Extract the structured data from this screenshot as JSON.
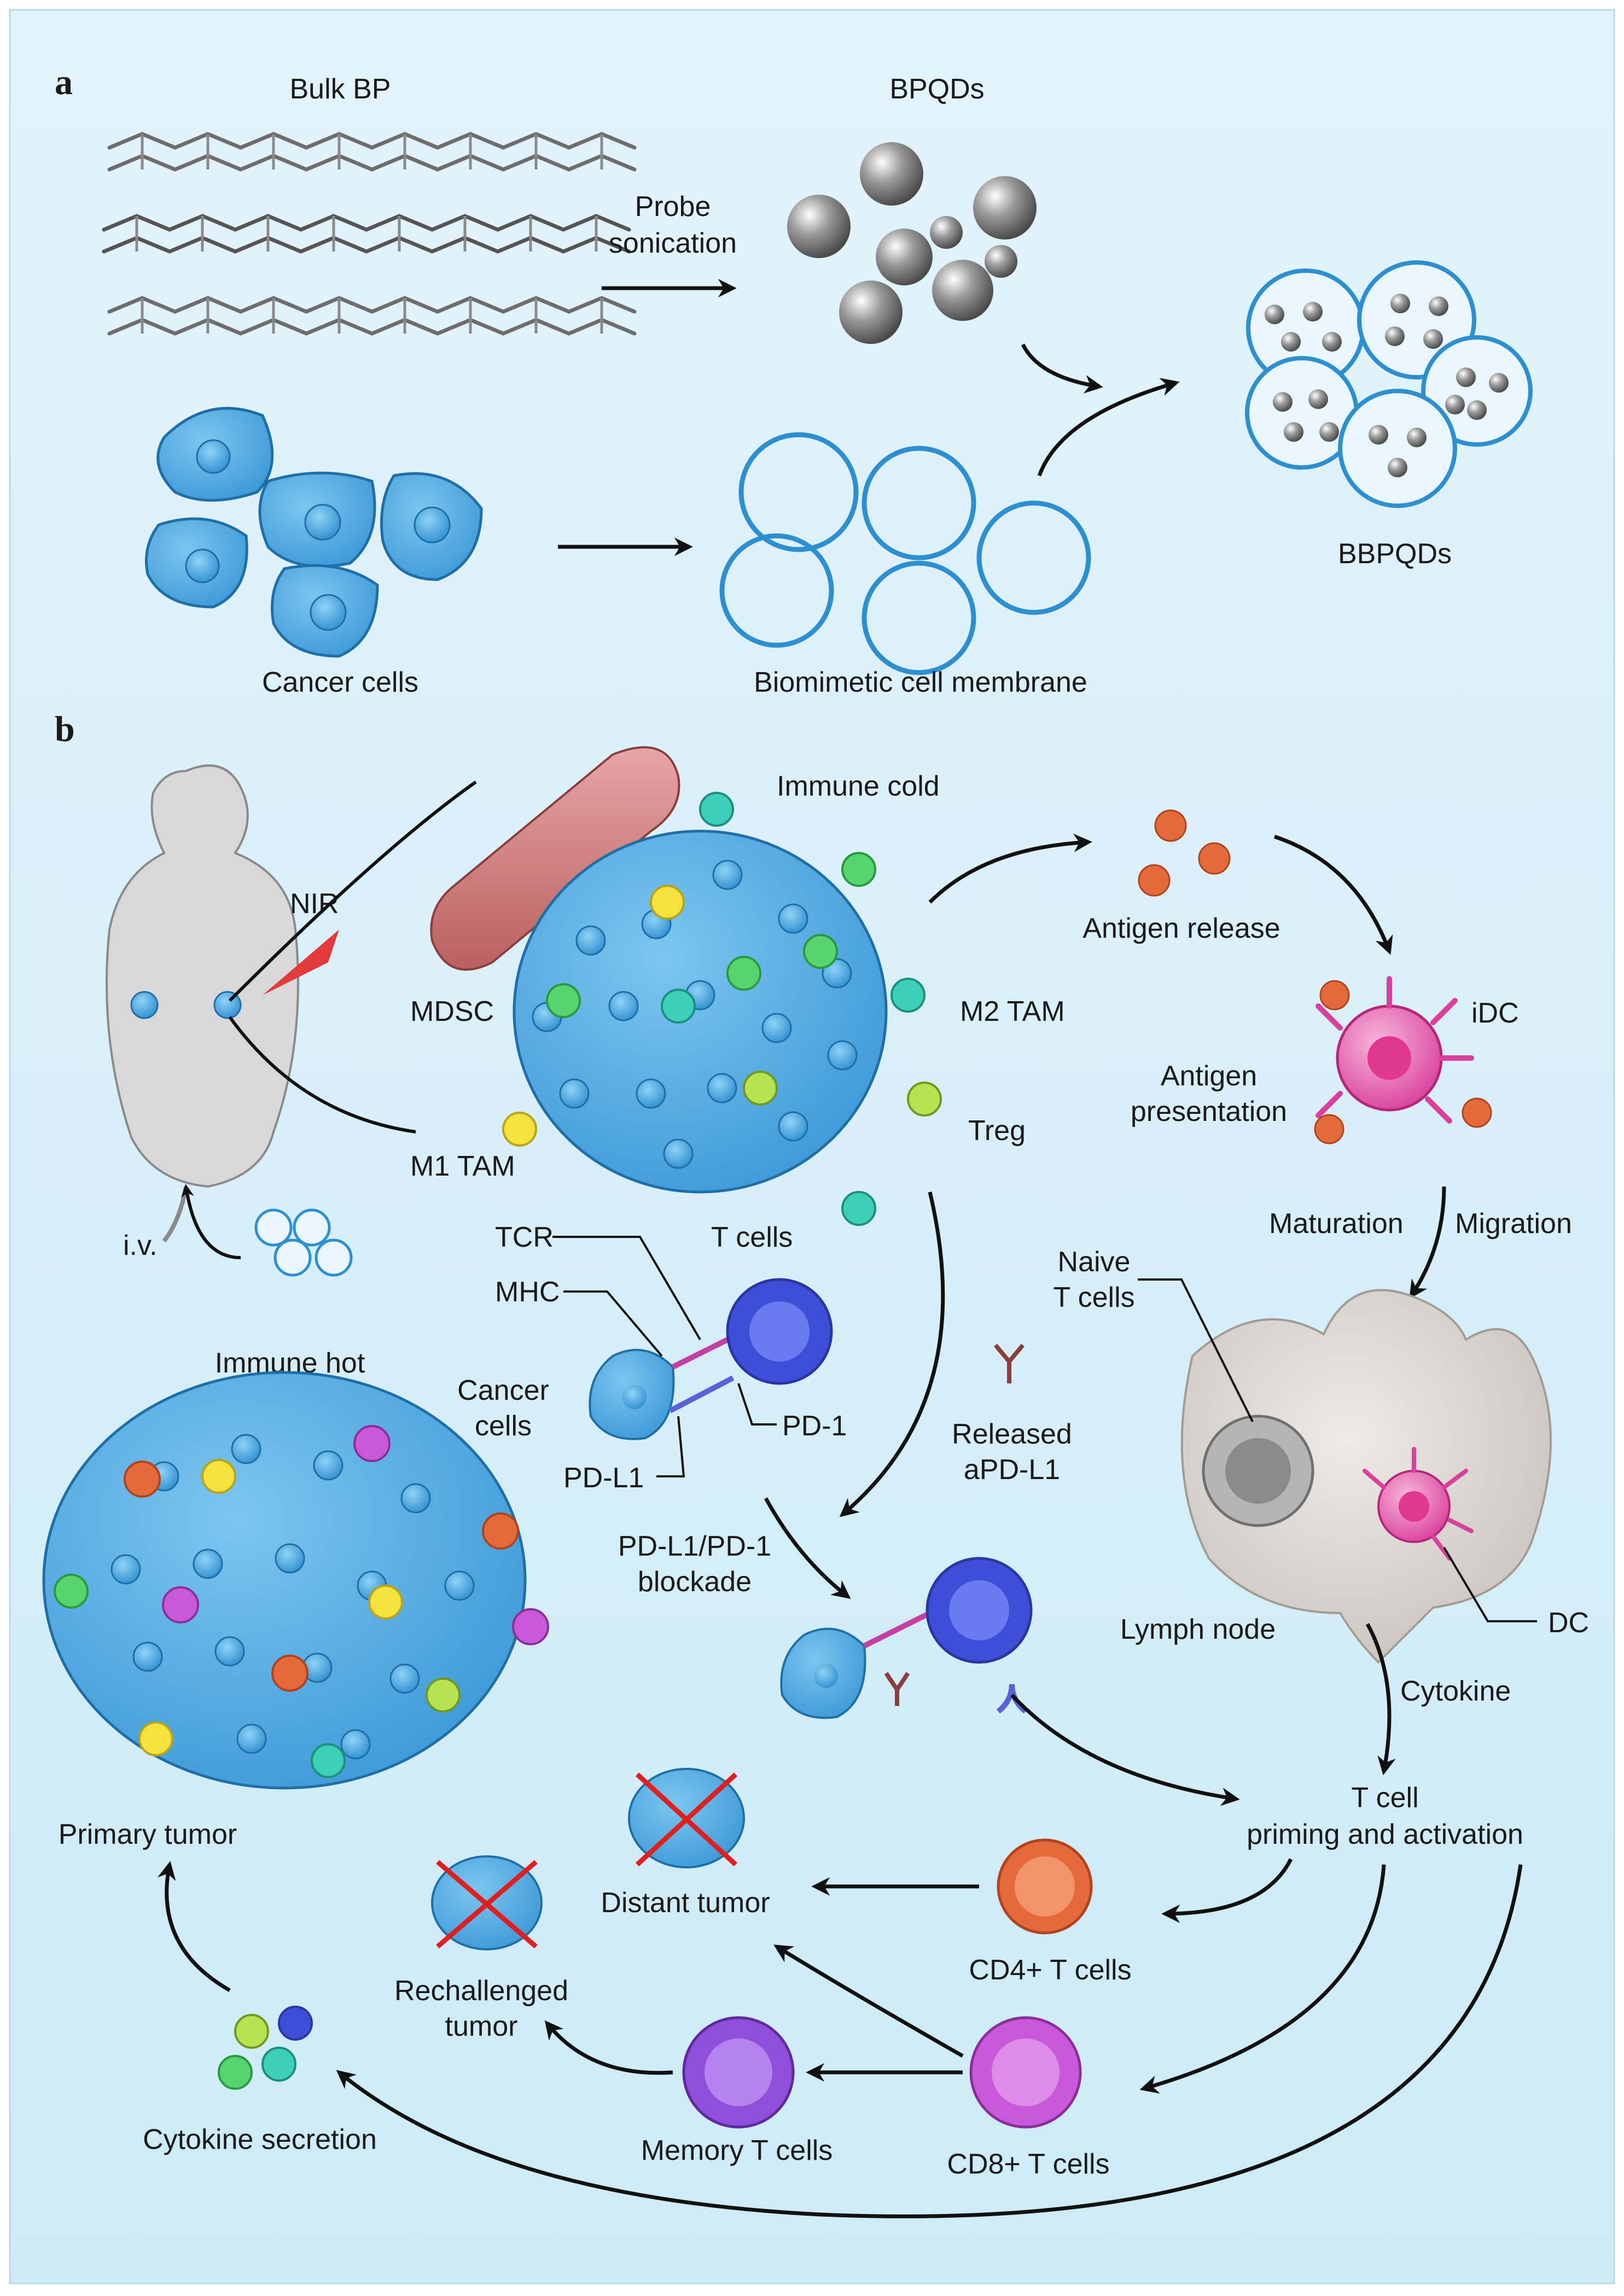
{
  "panels": {
    "a": "a",
    "b": "b"
  },
  "panel_a": {
    "bulk_bp": "Bulk BP",
    "bpqds": "BPQDs",
    "probe_line1": "Probe",
    "probe_line2": "sonication",
    "bbpqds": "BBPQDs",
    "cancer_cells": "Cancer cells",
    "membrane": "Biomimetic cell membrane"
  },
  "panel_b": {
    "nir": "NIR",
    "iv": "i.v.",
    "immune_cold": "Immune cold",
    "mdsc": "MDSC",
    "m2_tam": "M2 TAM",
    "treg": "Treg",
    "m1_tam": "M1 TAM",
    "antigen_release": "Antigen release",
    "idc": "iDC",
    "antigen_line1": "Antigen",
    "antigen_line2": "presentation",
    "maturation": "Maturation",
    "migration": "Migration",
    "naive_line1": "Naive",
    "naive_line2": "T cells",
    "lymph_node": "Lymph node",
    "dc": "DC",
    "cytokine": "Cytokine",
    "tcr": "TCR",
    "t_cells": "T cells",
    "mhc": "MHC",
    "cancer_line1": "Cancer",
    "cancer_line2": "cells",
    "pd1": "PD-1",
    "pdl1": "PD-L1",
    "released_line1": "Released",
    "released_line2": "aPD-L1",
    "blockade_line1": "PD-L1/PD-1",
    "blockade_line2": "blockade",
    "immune_hot": "Immune hot",
    "primary_tumor": "Primary tumor",
    "distant_tumor": "Distant tumor",
    "rechallenged_line1": "Rechallenged",
    "rechallenged_line2": "tumor",
    "priming_line1": "T cell",
    "priming_line2": "priming and activation",
    "cd4": "CD4+ T cells",
    "cd8": "CD8+ T cells",
    "memory": "Memory T cells",
    "cytokine_secretion": "Cytokine secretion"
  }
}
